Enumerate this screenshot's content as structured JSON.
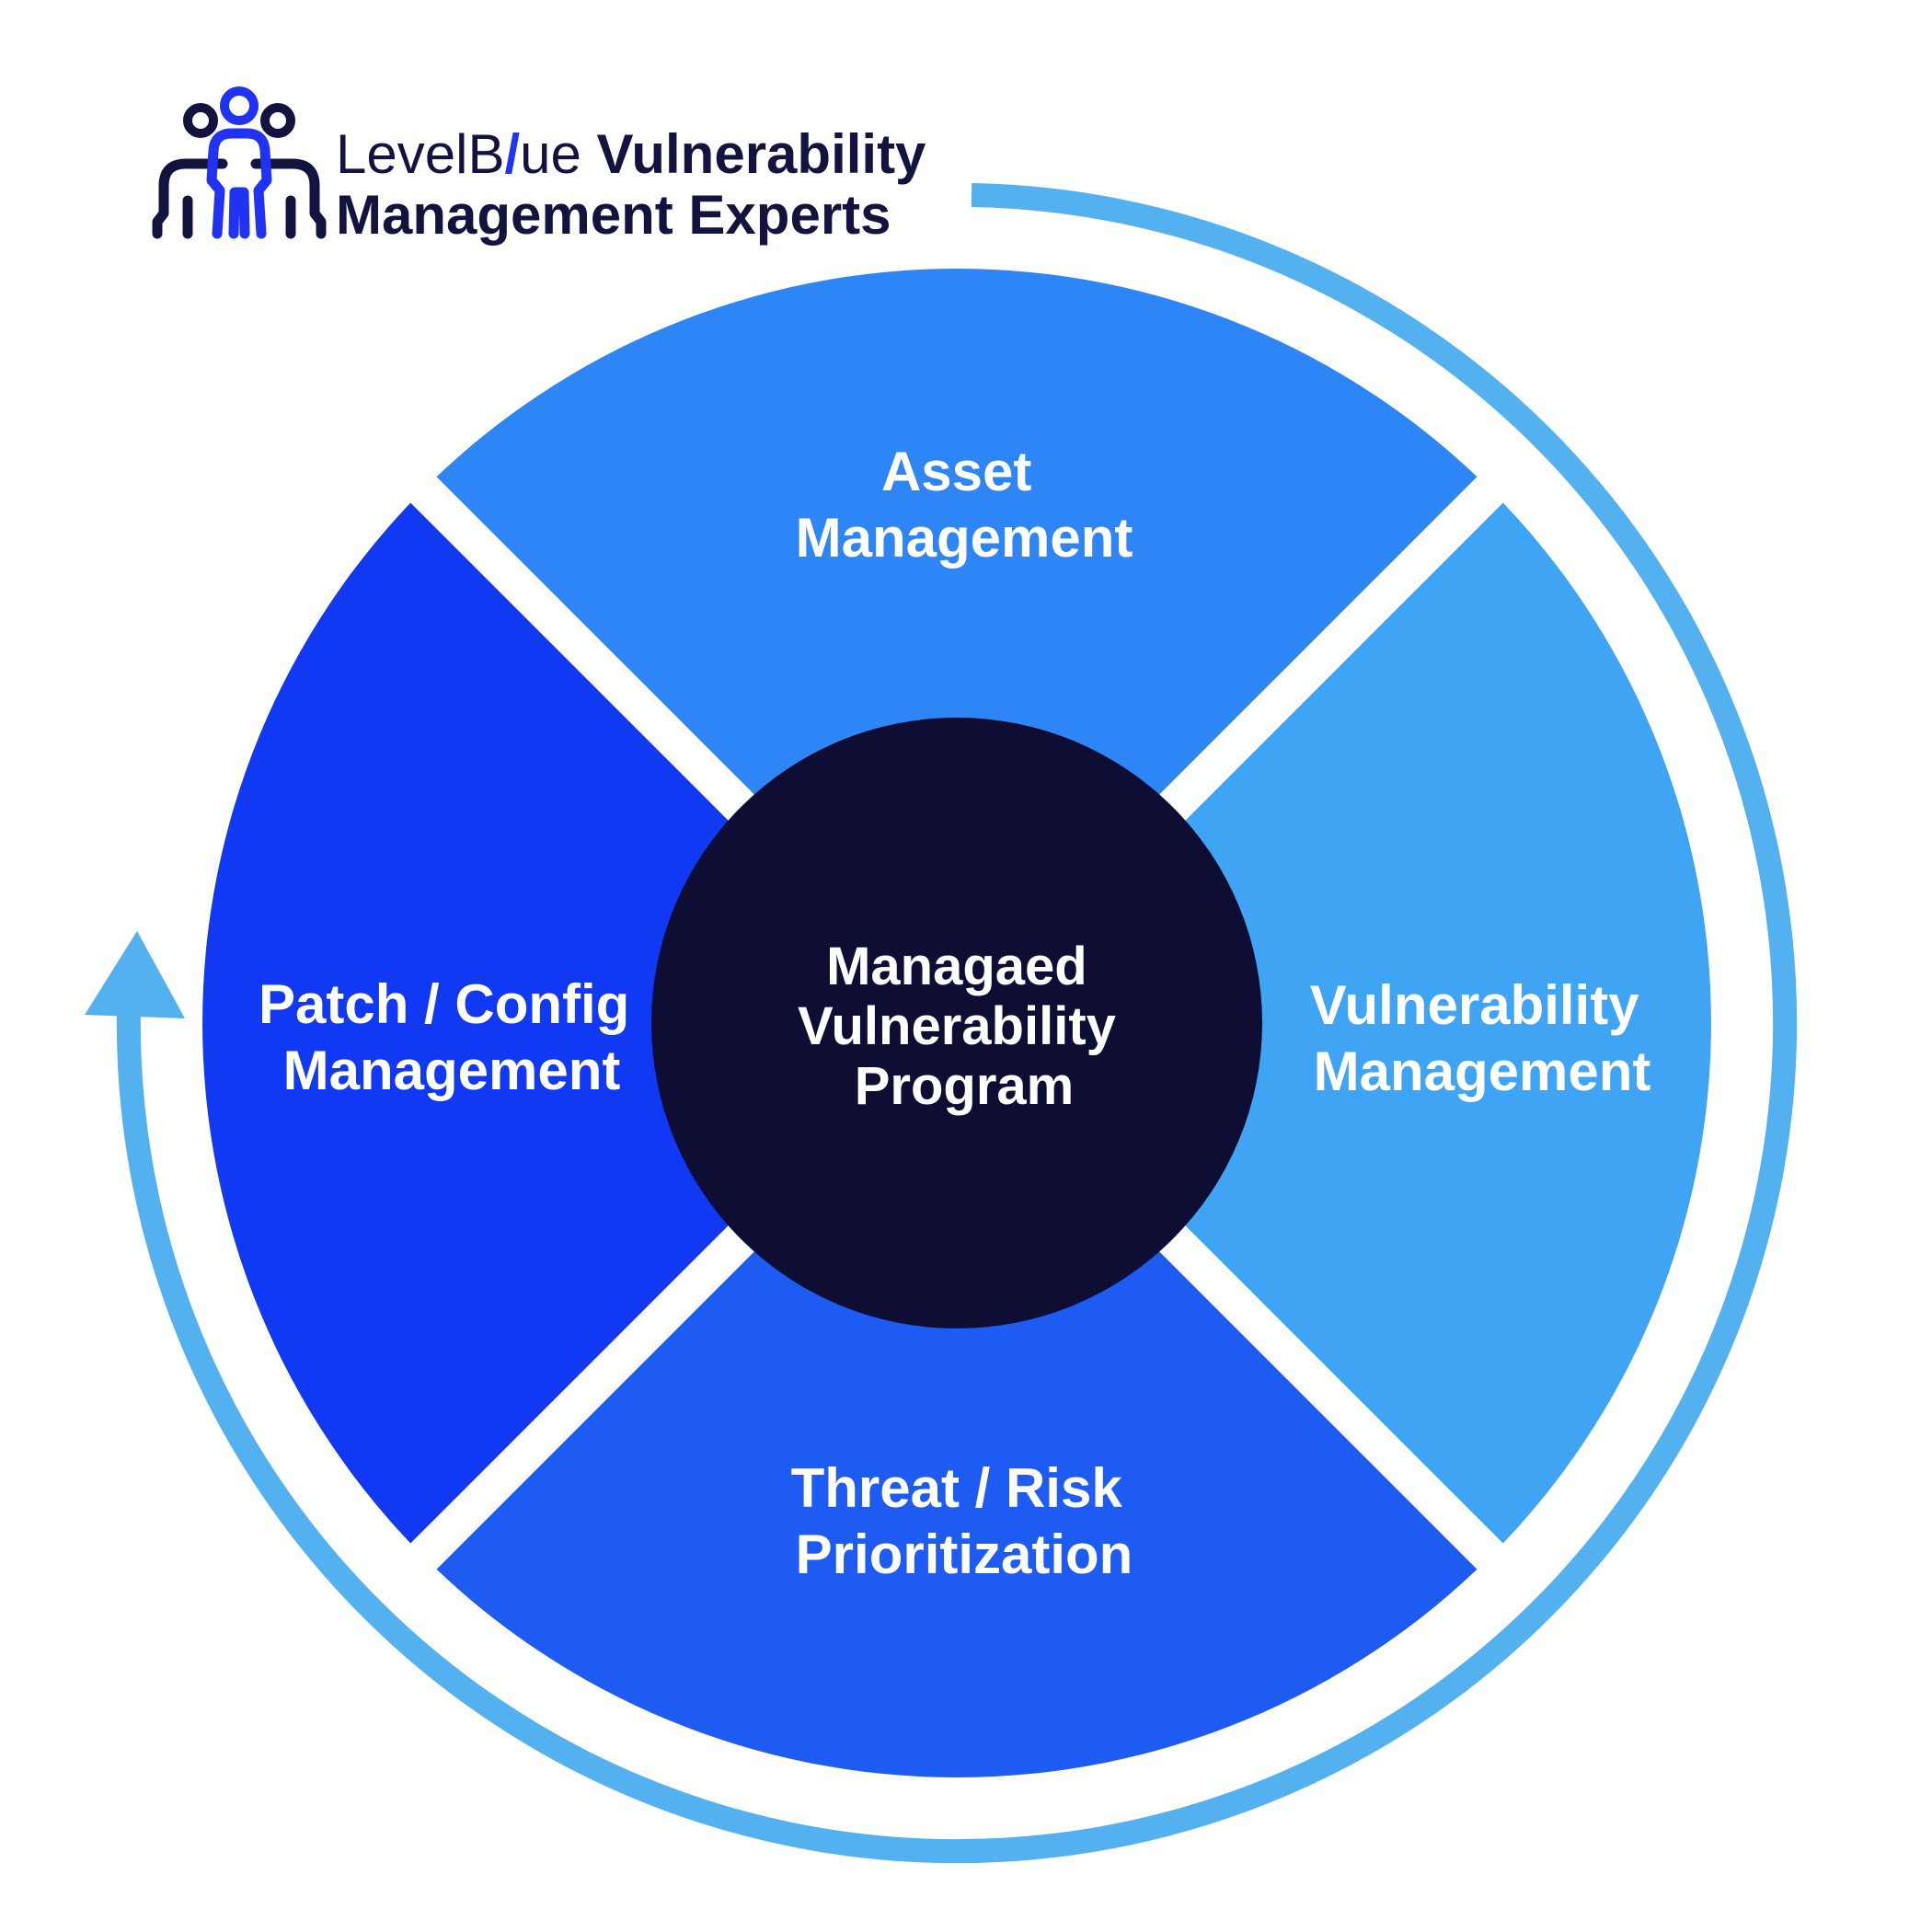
{
  "logo": {
    "icon": "three-people-icon",
    "brand_prefix": "LevelB",
    "brand_slash": "/",
    "brand_suffix": "ue",
    "title_line1_bold": " Vulnerability",
    "title_line2": "Management Experts",
    "brand_navy": "#13133f",
    "brand_blue": "#2133f2"
  },
  "diagram": {
    "type": "cycle-wheel",
    "center_label": {
      "line1": "Managaed",
      "line2": "Vulnerability",
      "line3": "Program"
    },
    "center_color": "#0e0e34",
    "label_text_color": "#ffffff",
    "flow_arrow_color": "#53b1f0",
    "flow_direction": "clockwise",
    "quadrants": [
      {
        "position": "top",
        "line1": "Asset",
        "line2": "Management",
        "color": "#2e85f6"
      },
      {
        "position": "right",
        "line1": "Vulnerability",
        "line2": "Management",
        "color": "#3fa4f3"
      },
      {
        "position": "bottom",
        "line1": "Threat / Risk",
        "line2": "Prioritization",
        "color": "#1e5bf2"
      },
      {
        "position": "left",
        "line1": "Patch / Config",
        "line2": "Management",
        "color": "#1138f2"
      }
    ]
  }
}
